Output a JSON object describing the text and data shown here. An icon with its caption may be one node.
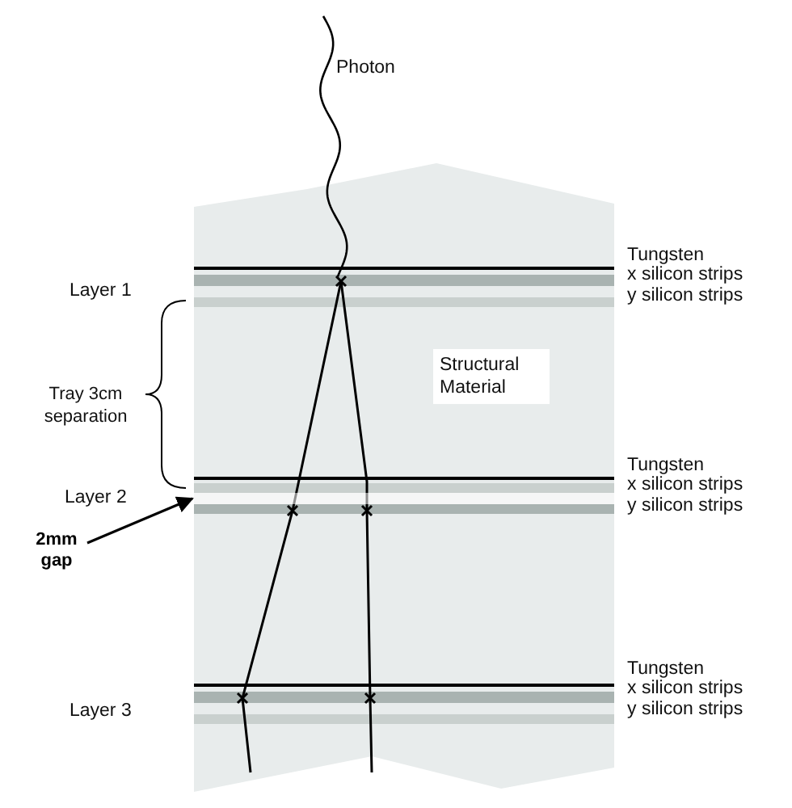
{
  "diagram": {
    "nodes": [
      {
        "text": [
          "2mm gap"
        ]
      },
      {
        "text": [],
        "shape": "bar"
      }
    ],
    "edges": [
      {
        "from": 0,
        "to": 1,
        "arrow": "to"
      }
    ],
    "labels": [
      "Photon",
      "Tungsten",
      "Layer 1",
      "x silicon strips",
      "y silicon strips",
      "Tray 3cm separation",
      "Structural Material",
      "Tungsten",
      "x silicon strips",
      "Layer 2",
      "y silicon strips",
      "Tungsten",
      "x silicon strips",
      "Layer 3",
      "y silicon strips"
    ]
  }
}
